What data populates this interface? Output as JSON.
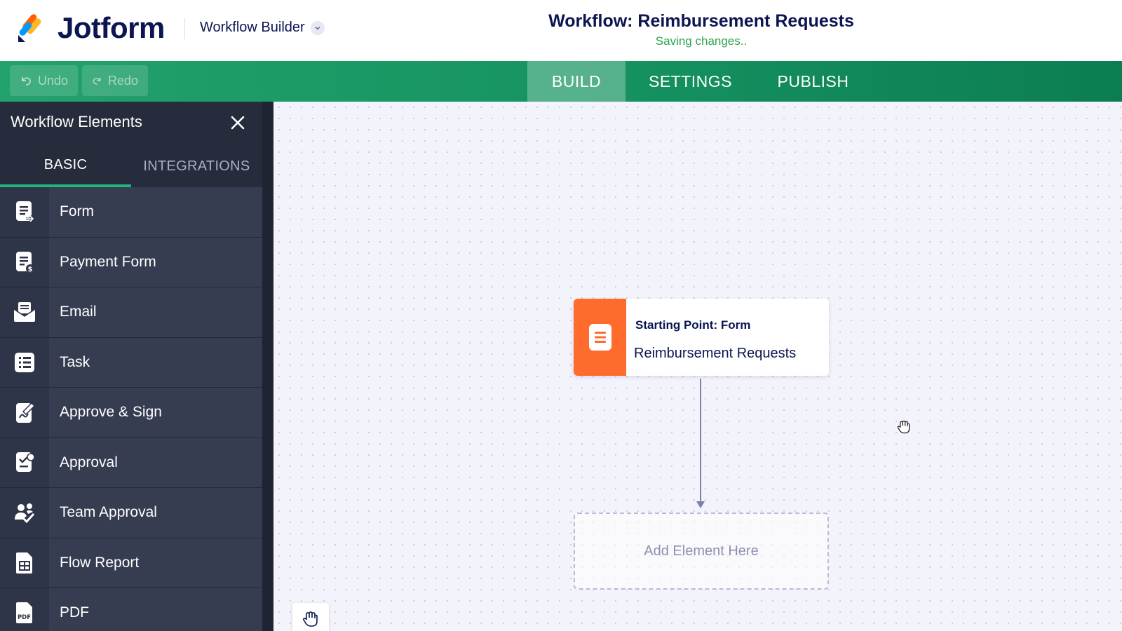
{
  "header": {
    "logo_text": "Jotform",
    "builder_label": "Workflow Builder",
    "title": "Workflow: Reimbursement Requests",
    "status": "Saving changes..",
    "status_color": "#2ea44f"
  },
  "toolbar": {
    "undo_label": "Undo",
    "redo_label": "Redo",
    "tabs": [
      {
        "label": "BUILD",
        "active": true
      },
      {
        "label": "SETTINGS",
        "active": false
      },
      {
        "label": "PUBLISH",
        "active": false
      }
    ]
  },
  "sidebar": {
    "title": "Workflow Elements",
    "tabs": [
      {
        "label": "BASIC",
        "active": true
      },
      {
        "label": "INTEGRATIONS",
        "active": false
      }
    ],
    "items": [
      {
        "label": "Form",
        "icon": "form-icon"
      },
      {
        "label": "Payment Form",
        "icon": "payment-form-icon"
      },
      {
        "label": "Email",
        "icon": "email-icon"
      },
      {
        "label": "Task",
        "icon": "task-icon"
      },
      {
        "label": "Approve & Sign",
        "icon": "approve-sign-icon"
      },
      {
        "label": "Approval",
        "icon": "approval-icon"
      },
      {
        "label": "Team Approval",
        "icon": "team-approval-icon"
      },
      {
        "label": "Flow Report",
        "icon": "flow-report-icon"
      },
      {
        "label": "PDF",
        "icon": "pdf-icon"
      }
    ]
  },
  "canvas": {
    "start_node": {
      "kicker": "Starting Point: Form",
      "name": "Reimbursement Requests",
      "accent": "#ff6b2c"
    },
    "add_element_label": "Add Element Here"
  },
  "colors": {
    "brand_dark": "#0a1551",
    "toolbar_green": "#159260",
    "sidebar_bg": "#2b3245"
  }
}
